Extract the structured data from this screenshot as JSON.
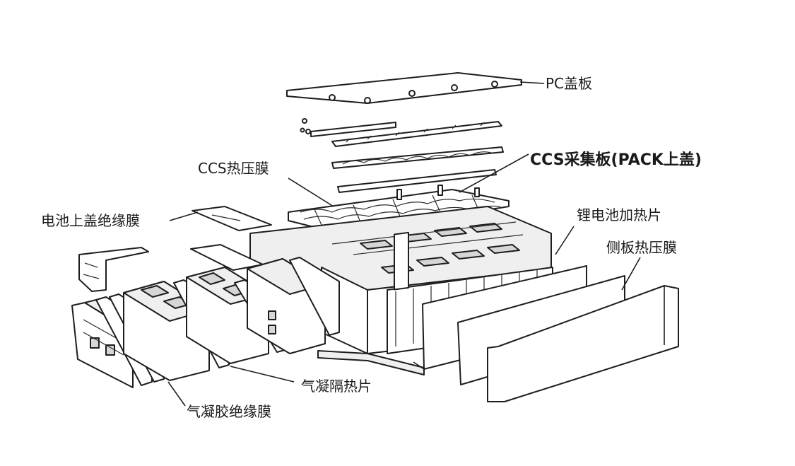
{
  "diagram": {
    "labels": {
      "pc_cover": "PC盖板",
      "ccs_board": "CCS采集板(PACK上盖)",
      "ccs_film": "CCS热压膜",
      "cell_top_film": "电池上盖绝缘膜",
      "heating_film": "锂电池加热片",
      "side_film": "侧板热压膜",
      "aerogel_sheet": "气凝隔热片",
      "aerogel_film": "气凝胶绝缘膜"
    }
  }
}
